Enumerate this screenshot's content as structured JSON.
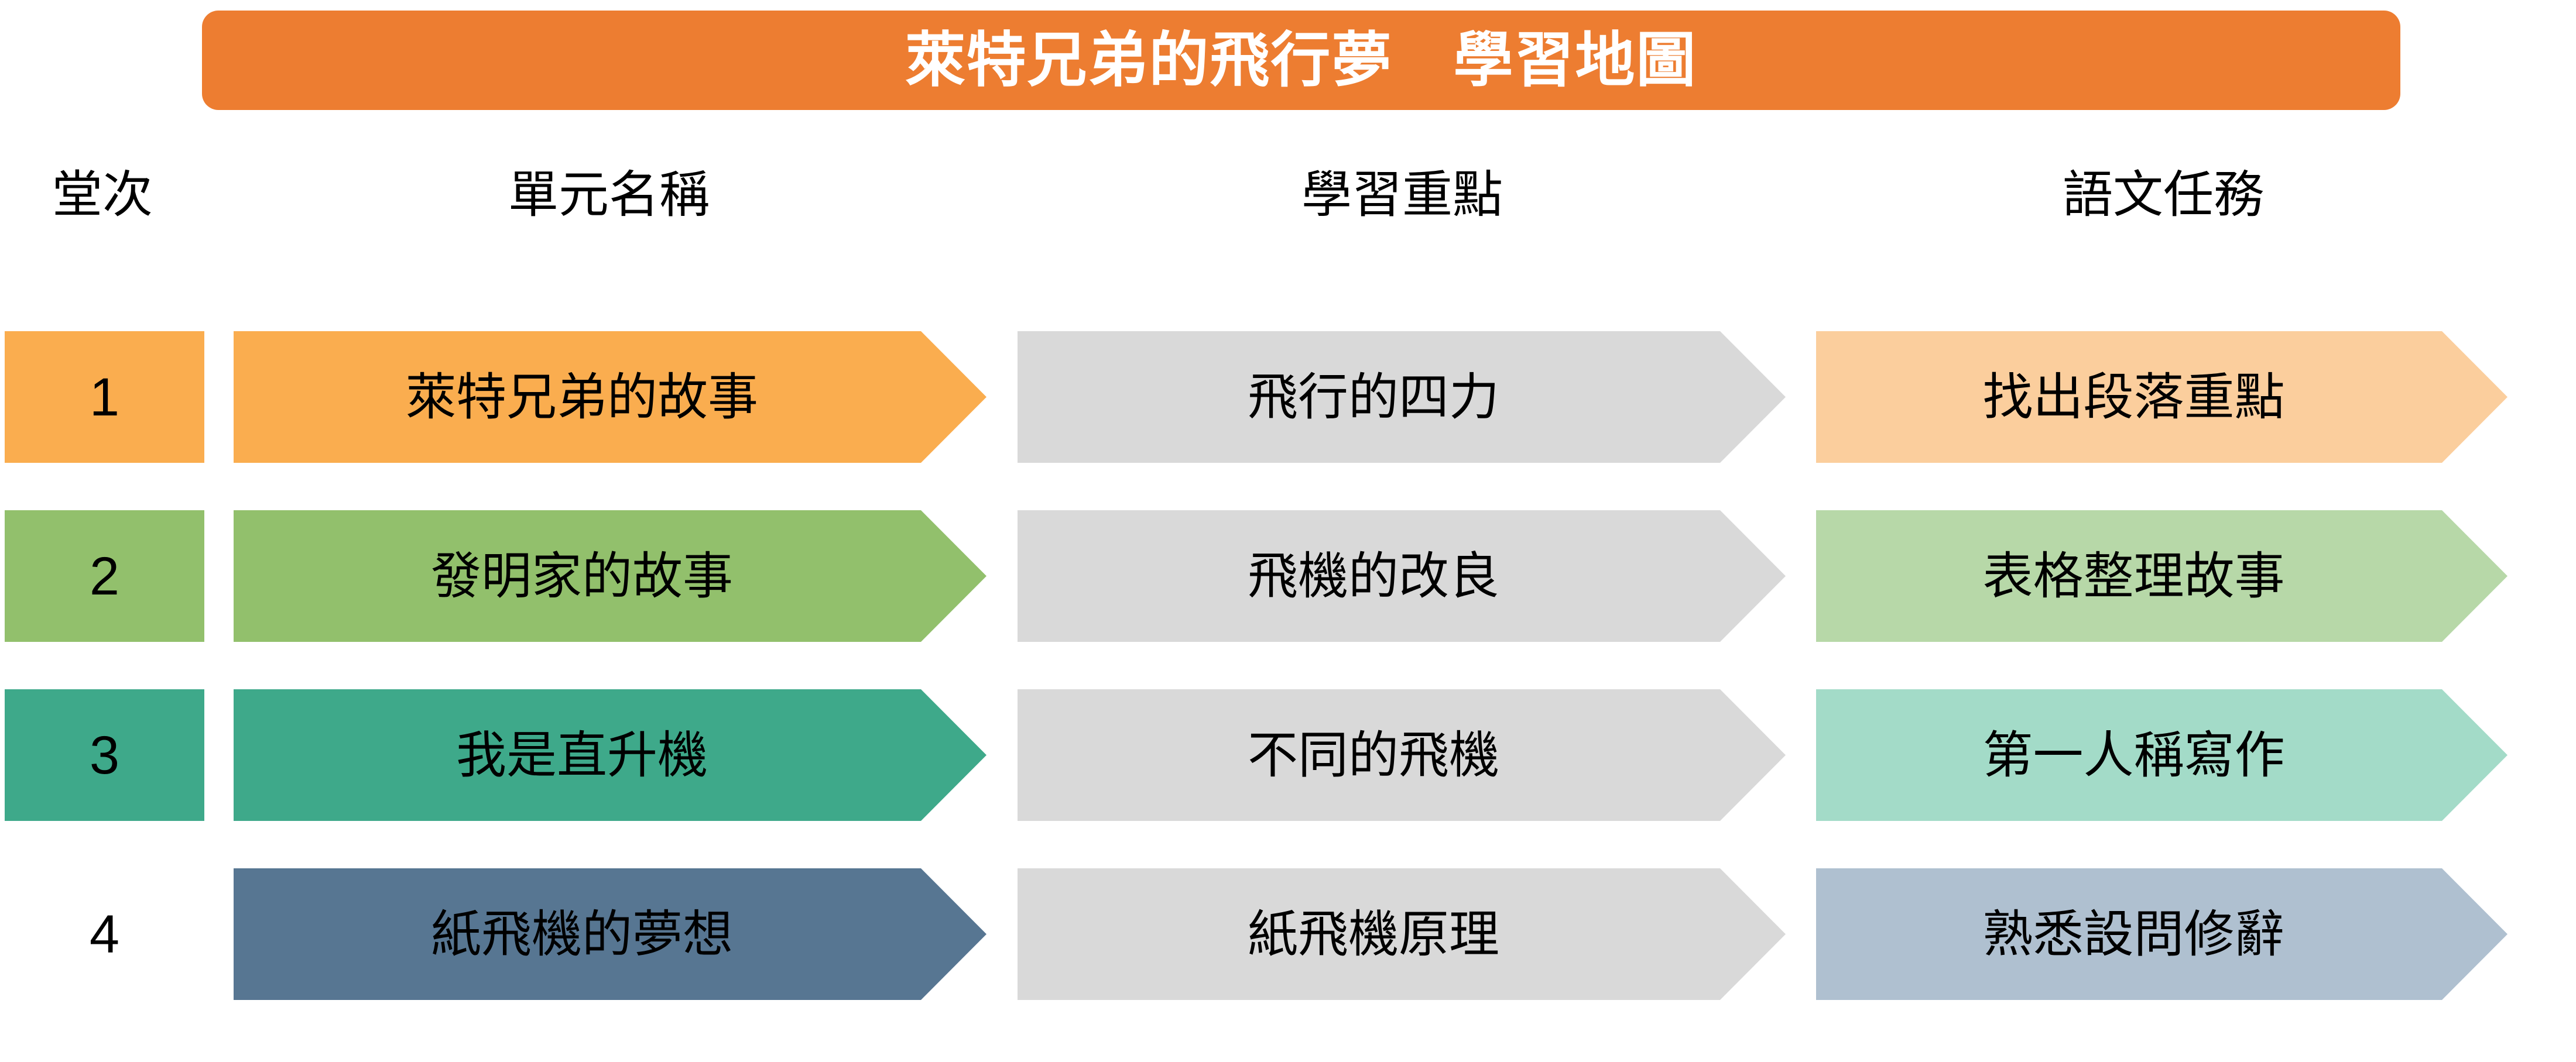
{
  "title": {
    "text": "萊特兄弟的飛行夢　學習地圖",
    "banner_color": "#ED7D31",
    "text_color": "#FFFFFF"
  },
  "headers": [
    {
      "label": "堂次"
    },
    {
      "label": "單元名稱"
    },
    {
      "label": "學習重點"
    },
    {
      "label": "語文任務"
    }
  ],
  "rows": [
    {
      "lesson": "1",
      "unit": "萊特兄弟的故事",
      "focus": "飛行的四力",
      "task": "找出段落重點",
      "colors": {
        "lesson": "#FAAD4F",
        "unit": "#FAAD4F",
        "focus": "#D9D9D9",
        "task": "#FBCE9D"
      }
    },
    {
      "lesson": "2",
      "unit": "發明家的故事",
      "focus": "飛機的改良",
      "task": "表格整理故事",
      "colors": {
        "lesson": "#92C06C",
        "unit": "#92C06C",
        "focus": "#D9D9D9",
        "task": "#B7D8A8"
      }
    },
    {
      "lesson": "3",
      "unit": "我是直升機",
      "focus": "不同的飛機",
      "task": "第一人稱寫作",
      "colors": {
        "lesson": "#3EA98A",
        "unit": "#3EA98A",
        "focus": "#D9D9D9",
        "task": "#A3DBC8"
      }
    },
    {
      "lesson": "4",
      "unit": "紙飛機的夢想",
      "focus": "紙飛機原理",
      "task": "熟悉設問修辭",
      "colors": {
        "lesson": "#577severe",
        "unit": "#577692",
        "focus": "#D9D9D9",
        "task": "#AFC0D0"
      }
    }
  ]
}
